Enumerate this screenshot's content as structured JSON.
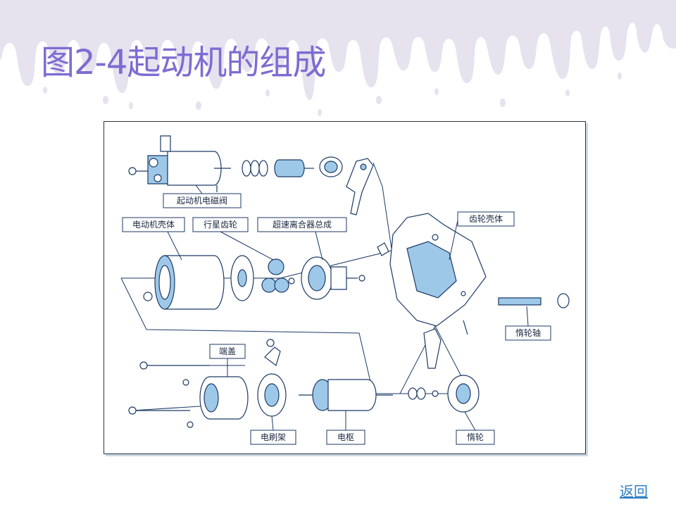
{
  "slide": {
    "title": "图2-4起动机的组成",
    "return_link": "返回"
  },
  "diagram": {
    "labels": {
      "solenoid": "起动机电磁阀",
      "motor_housing": "电动机壳体",
      "planetary_gear": "行星齿轮",
      "overrunning_clutch": "超速离合器总成",
      "gear_housing": "齿轮壳体",
      "idler_shaft": "惰轮轴",
      "end_cap": "端盖",
      "brush_holder": "电刷架",
      "armature": "电枢",
      "idler_gear": "惰轮"
    }
  },
  "colors": {
    "title": "#7f6cd2",
    "drip": "#e4e0ec",
    "part_stroke": "#1c3a66",
    "part_fill": "#ffffff",
    "part_shade": "#9ec8e8",
    "link": "#2d7fc3"
  }
}
